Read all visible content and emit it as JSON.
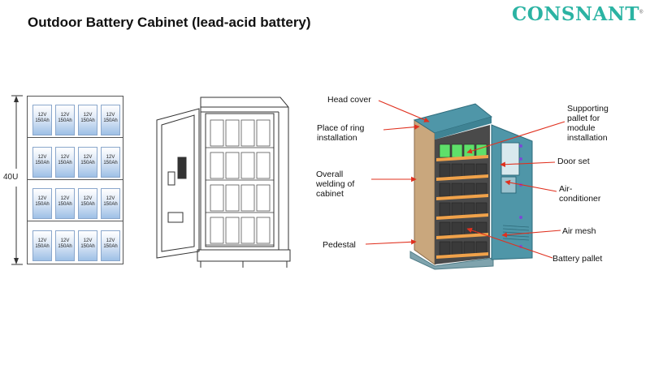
{
  "title": "Outdoor Battery Cabinet (lead-acid battery)",
  "logo": {
    "text": "CONSNANT",
    "mark": "®"
  },
  "rack": {
    "height_label": "40U",
    "battery_label_line1": "12V",
    "battery_label_line2": "150Ah",
    "shelves": 4,
    "batteries_per_shelf": 4
  },
  "labels": {
    "head_cover": "Head cover",
    "ring_installation": [
      "Place of ring",
      "installation"
    ],
    "overall_welding": [
      "Overall",
      "welding of",
      "cabinet"
    ],
    "pedestal": "Pedestal",
    "supporting_pallet": [
      "Supporting",
      "pallet for",
      "module",
      "installation"
    ],
    "door_set": "Door set",
    "air_conditioner": [
      "Air-",
      "conditioner"
    ],
    "air_mesh": "Air mesh",
    "battery_pallet": "Battery pallet"
  },
  "colors": {
    "logo": "#2bb3a3",
    "arrow": "#e0301e",
    "cabinet_teal": "#4f96a8",
    "cabinet_side": "#c9a77d",
    "pallet_orange": "#f0a24a",
    "module_green": "#5ee06a",
    "battery_blue": "#9ec0e6"
  }
}
